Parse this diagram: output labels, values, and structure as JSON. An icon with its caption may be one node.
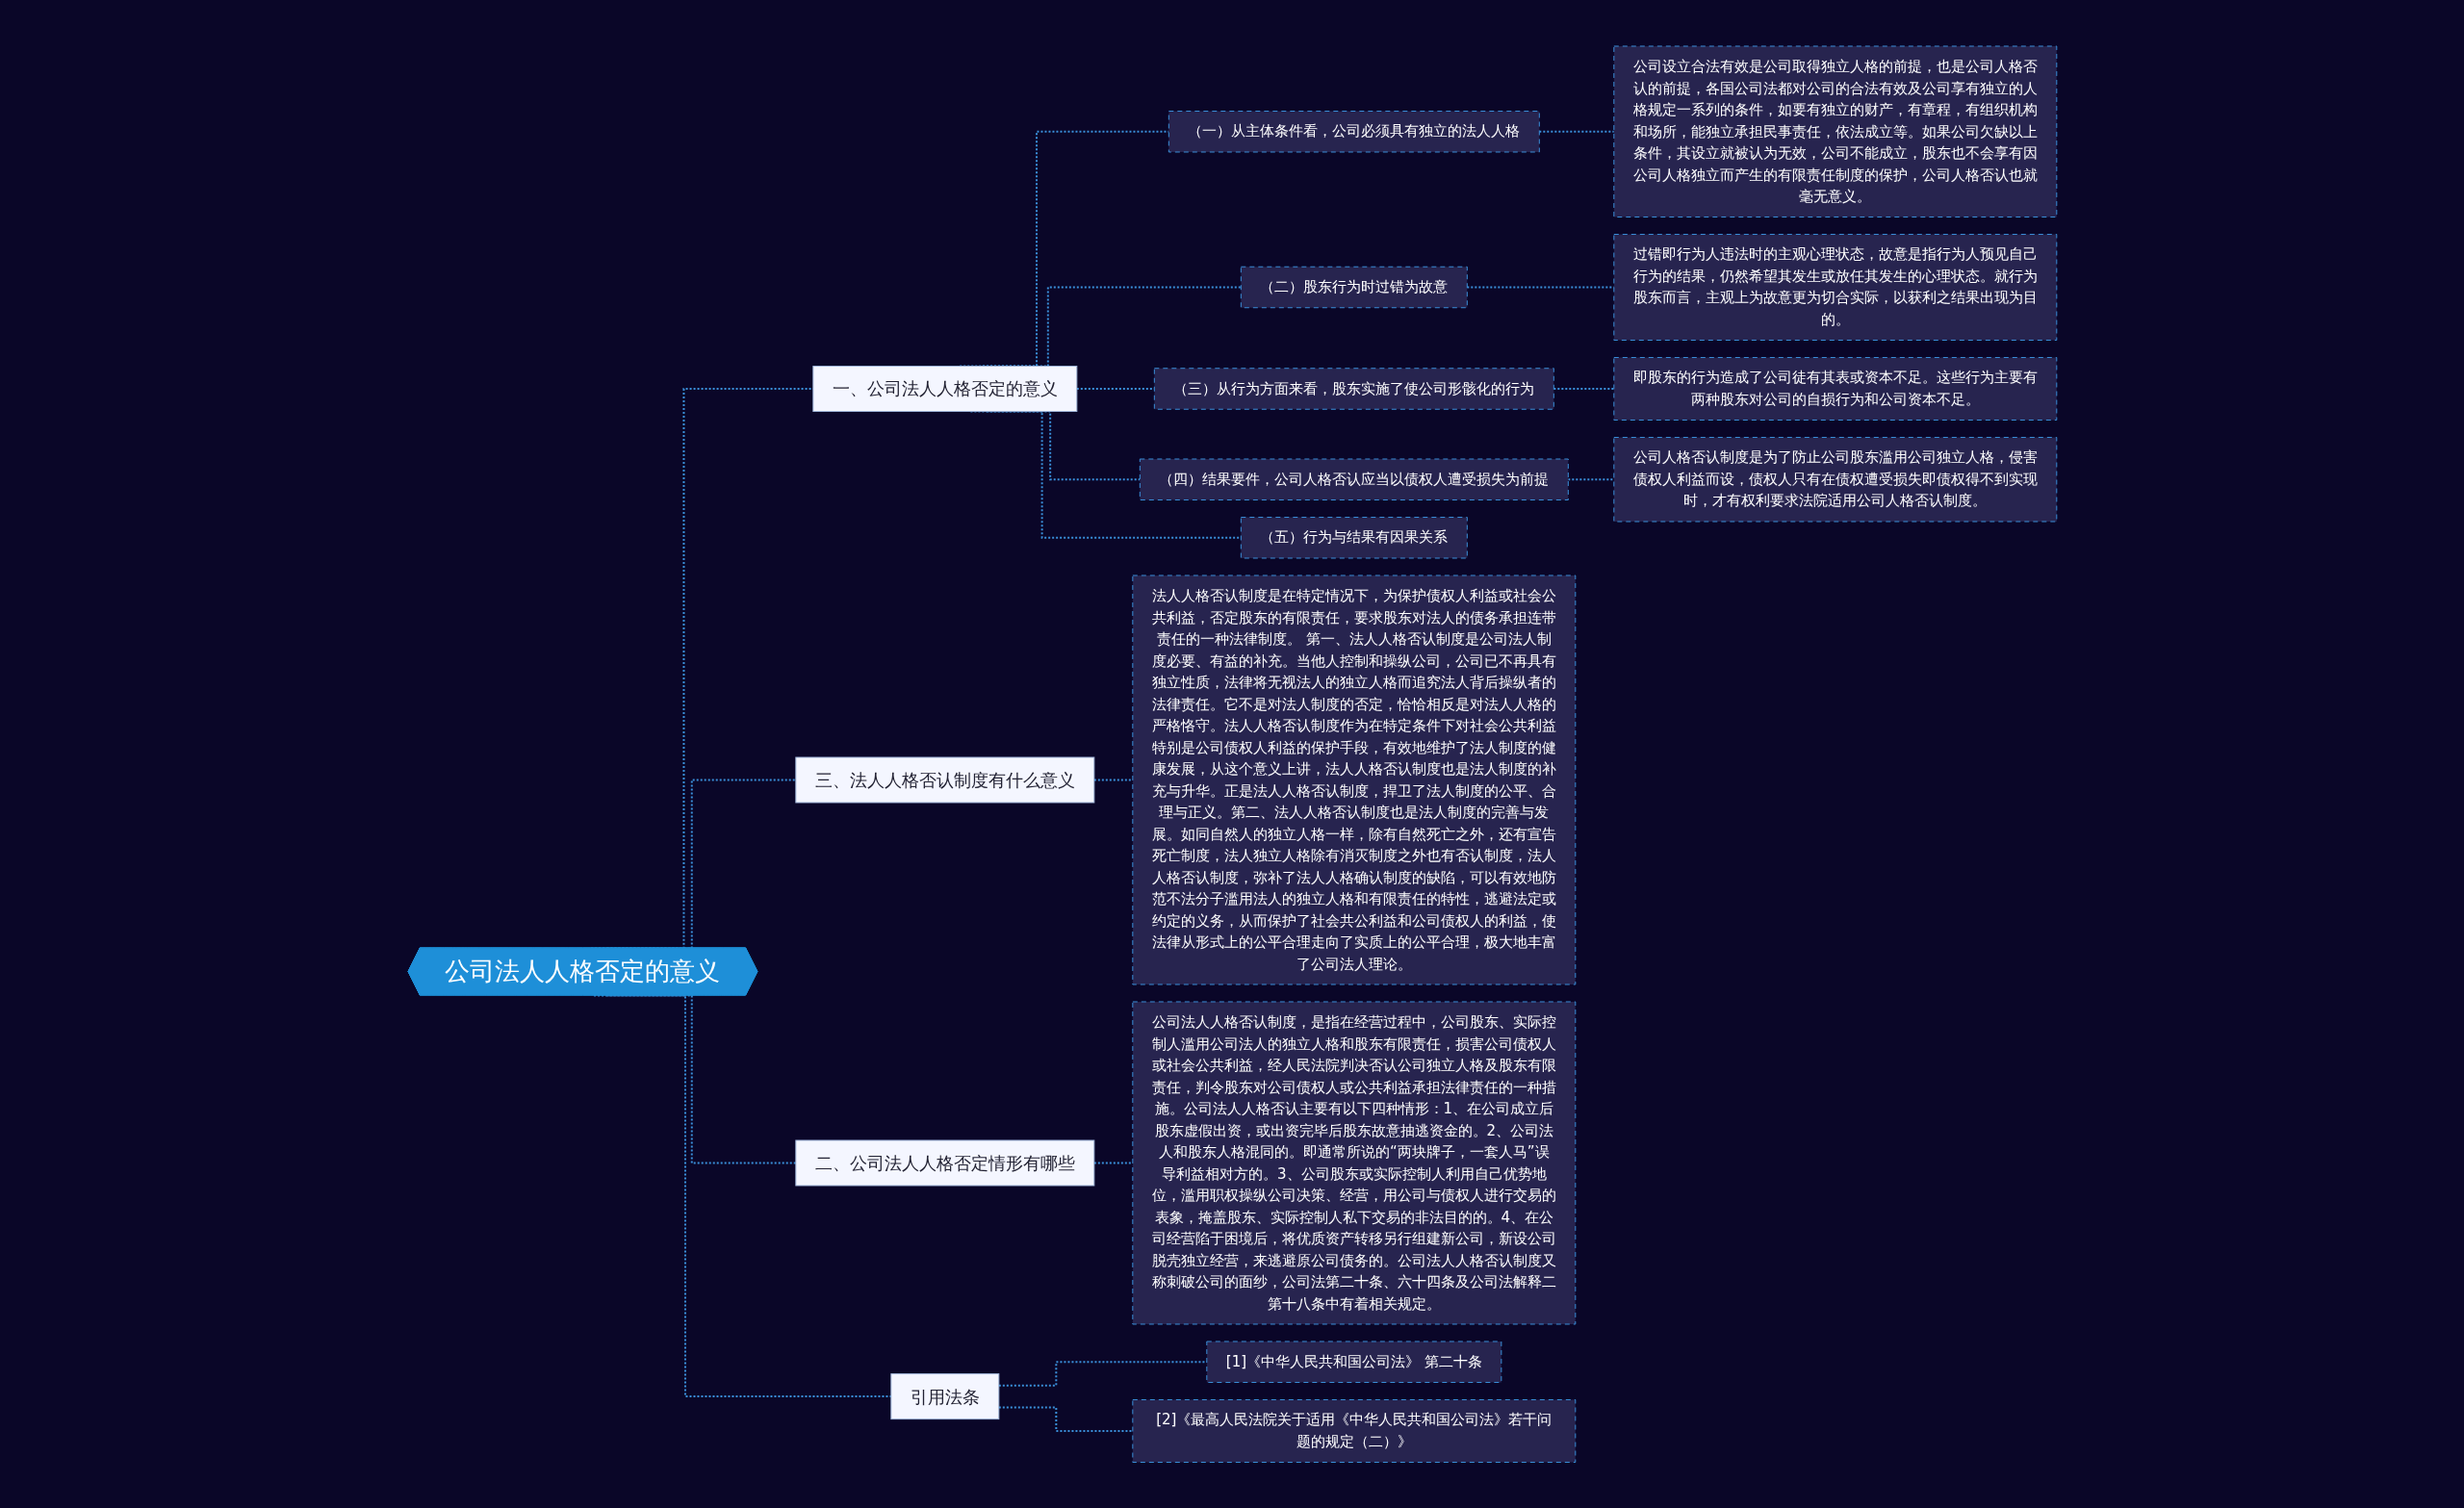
{
  "diagram": {
    "nodes": [
      {
        "text": [
          "公司法人人格否定的意义"
        ]
      },
      {
        "text": [
          "一、公司法人人格否定的意义"
        ]
      },
      {
        "text": [
          "（一）从主体条件看，公司必须具有独立的法人人格"
        ]
      },
      {
        "text": [
          "公司设立合法有效是公司取得独立人格的前提，也是公司人格否认的前提，各国公司法都对公司的合法有效及公司享有独立的人格规定一系列的条件，如要有独立的财产，有章程，有组织机构和场所，能独立承担民事责任，依法成立等。如果公司欠缺以上条件，其设立就被认为无效，公司不能成立，股东也不会享有因公司人格独立而产生的有限责任制度的保护，公司人格否认也就毫无意义。"
        ]
      },
      {
        "text": [
          "（二）股东行为时过错为故意"
        ]
      },
      {
        "text": [
          "过错即行为人违法时的主观心理状态，故意是指行为人预见自己行为的结果，仍然希望其发生或放任其发生的心理状态。就行为股东而言，主观上为故意更为切合实际，以获利之结果出现为目的。"
        ]
      },
      {
        "text": [
          "（三）从行为方面来看，股东实施了使公司形骸化的行为"
        ]
      },
      {
        "text": [
          "即股东的行为造成了公司徒有其表或资本不足。这些行为主要有两种股东对公司的自损行为和公司资本不足。"
        ]
      },
      {
        "text": [
          "（四）结果要件，公司人格否认应当以债权人遭受损失为前提"
        ]
      },
      {
        "text": [
          "公司人格否认制度是为了防止公司股东滥用公司独立人格，侵害债权人利益而设，债权人只有在债权遭受损失即债权得不到实现时，才有权利要求法院适用公司人格否认制度。"
        ]
      },
      {
        "text": [
          "（五）行为与结果有因果关系"
        ]
      },
      {
        "text": [
          "三、法人人格否认制度有什么意义"
        ]
      },
      {
        "text": [
          "法人人格否认制度是在特定情况下，为保护债权人利益或社会公共利益，否定股东的有限责任，要求股东对法人的债务承担连带责任的一种法律制度。 第一、法人人格否认制度是公司法人制度必要、有益的补充。当他人控制和操纵公司，公司已不再具有独立性质，法律将无视法人的独立人格而追究法人背后操纵者的法律责任。它不是对法人制度的否定，恰恰相反是对法人人格的严格恪守。法人人格否认制度作为在特定条件下对社会公共利益特别是公司债权人利益的保护手段，有效地维护了法人制度的健康发展，从这个意义上讲，法人人格否认制度也是法人制度的补充与升华。正是法人人格否认制度，捍卫了法人制度的公平、合理与正义。第二、法人人格否认制度也是法人制度的完善与发展。如同自然人的独立人格一样，除有自然死亡之外，还有宣告死亡制度，法人独立人格除有消灭制度之外也有否认制度，法人人格否认制度，弥补了法人人格确认制度的缺陷，可以有效地防范不法分子滥用法人的独立人格和有限责任的特性，逃避法定或约定的义务，从而保护了社会共公利益和公司债权人的利益，使法律从形式上的公平合理走向了实质上的公平合理，极大地丰富了公司法人理论。"
        ]
      },
      {
        "text": [
          "二、公司法人人格否定情形有哪些"
        ]
      },
      {
        "text": [
          "公司法人人格否认制度，是指在经营过程中，公司股东、实际控制人滥用公司法人的独立人格和股东有限责任，损害公司债权人或社会公共利益，经人民法院判决否认公司独立人格及股东有限责任，判令股东对公司债权人或公共利益承担法律责任的一种措施。公司法人人格否认主要有以下四种情形：1、在公司成立后股东虚假出资，或出资完毕后股东故意抽逃资金的。2、公司法人和股东人格混同的。即通常所说的“两块牌子，一套人马”误导利益相对方的。3、公司股东或实际控制人利用自己优势地位，滥用职权操纵公司决策、经营，用公司与债权人进行交易的表象，掩盖股东、实际控制人私下交易的非法目的的。4、在公司经营陷于困境后，将优质资产转移另行组建新公司，新设公司脱壳独立经营，来逃避原公司债务的。公司法人人格否认制度又称刺破公司的面纱，公司法第二十条、六十四条及公司法解释二第十八条中有着相关规定。"
        ]
      },
      {
        "text": [
          "引用法条"
        ]
      },
      {
        "text": [
          "[1]《中华人民共和国公司法》 第二十条"
        ]
      },
      {
        "text": [
          "[2]《最高人民法院关于适用《中华人民共和国公司法》若干问题的规定（二）》"
        ]
      }
    ],
    "edges": [
      {
        "from": 0,
        "to": 1,
        "arrow": "none",
        "style": "dashed"
      },
      {
        "from": 1,
        "to": 2,
        "arrow": "none",
        "style": "dashed"
      },
      {
        "from": 2,
        "to": 3,
        "arrow": "none",
        "style": "dashed"
      },
      {
        "from": 1,
        "to": 4,
        "arrow": "none",
        "style": "dashed"
      },
      {
        "from": 4,
        "to": 5,
        "arrow": "none",
        "style": "dashed"
      },
      {
        "from": 1,
        "to": 6,
        "arrow": "none",
        "style": "dashed"
      },
      {
        "from": 6,
        "to": 7,
        "arrow": "none",
        "style": "dashed"
      },
      {
        "from": 1,
        "to": 8,
        "arrow": "none",
        "style": "dashed"
      },
      {
        "from": 8,
        "to": 9,
        "arrow": "none",
        "style": "dashed"
      },
      {
        "from": 1,
        "to": 10,
        "arrow": "none",
        "style": "dashed"
      },
      {
        "from": 0,
        "to": 11,
        "arrow": "none",
        "style": "dashed"
      },
      {
        "from": 11,
        "to": 12,
        "arrow": "none",
        "style": "dashed"
      },
      {
        "from": 0,
        "to": 13,
        "arrow": "none",
        "style": "dashed"
      },
      {
        "from": 13,
        "to": 14,
        "arrow": "none",
        "style": "dashed"
      },
      {
        "from": 0,
        "to": 15,
        "arrow": "none",
        "style": "dashed"
      },
      {
        "from": 15,
        "to": 16,
        "arrow": "none",
        "style": "dashed"
      },
      {
        "from": 15,
        "to": 17,
        "arrow": "none",
        "style": "dashed"
      }
    ]
  }
}
